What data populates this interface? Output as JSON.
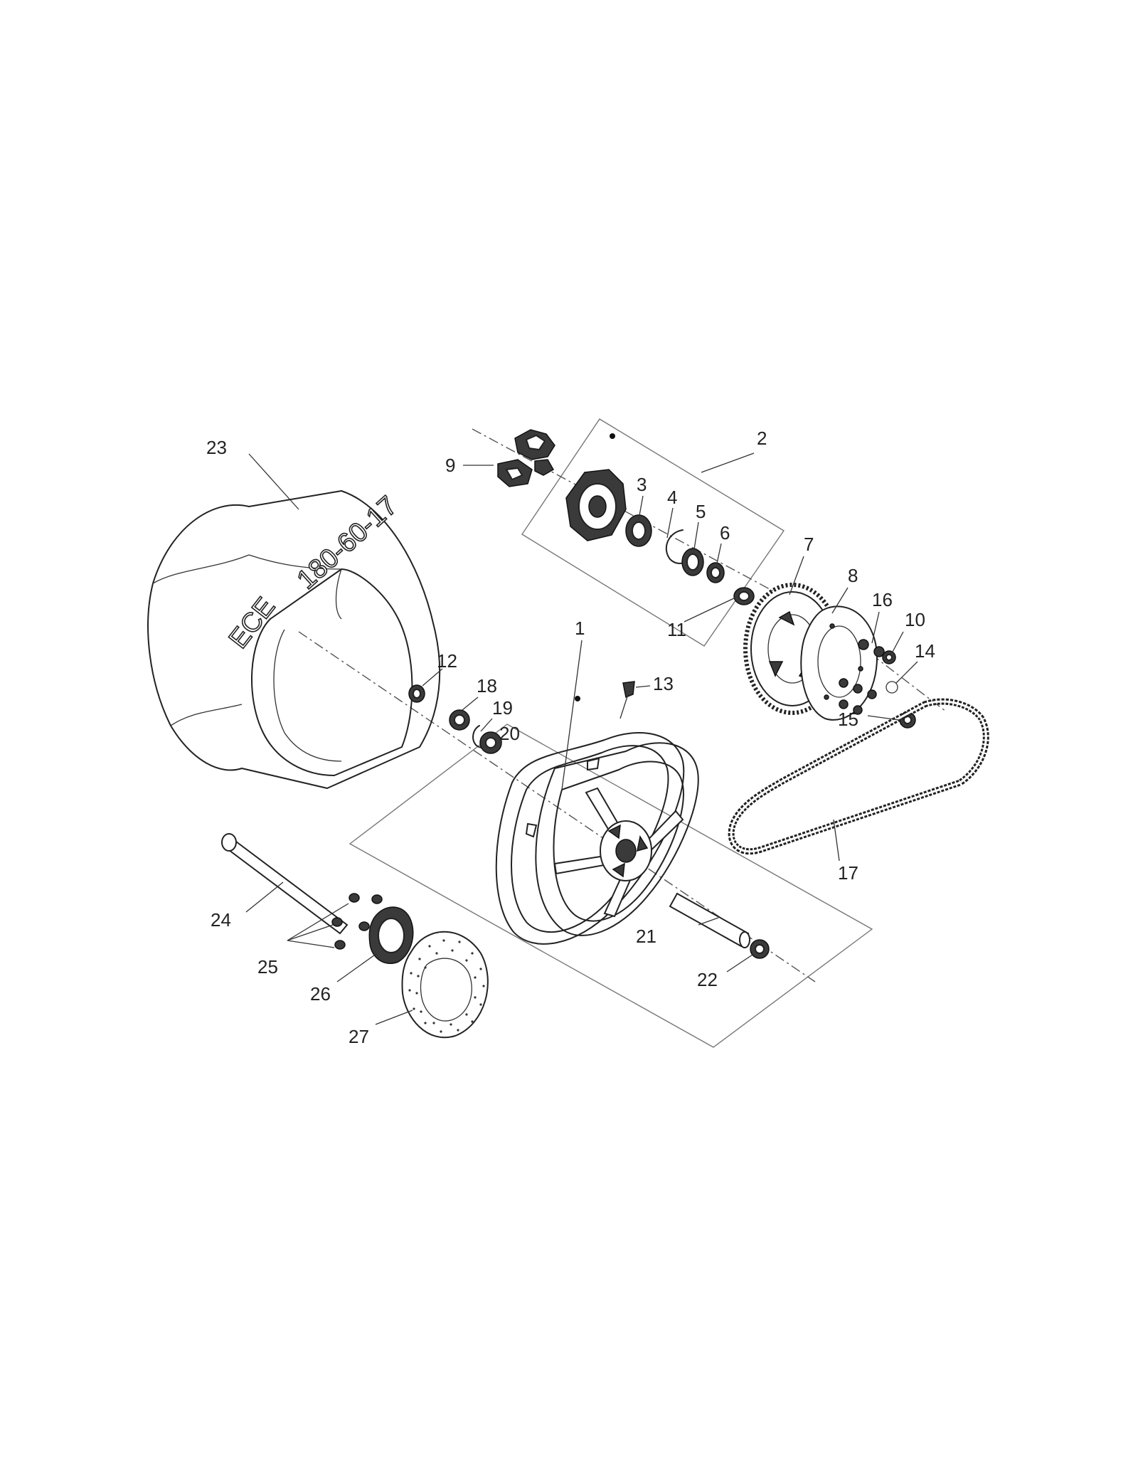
{
  "tire_marking": {
    "brand": "ECE",
    "size": "180-60-17"
  },
  "callouts": [
    {
      "id": "c1",
      "text": "1"
    },
    {
      "id": "c2",
      "text": "2"
    },
    {
      "id": "c3",
      "text": "3"
    },
    {
      "id": "c4",
      "text": "4"
    },
    {
      "id": "c5",
      "text": "5"
    },
    {
      "id": "c6",
      "text": "6"
    },
    {
      "id": "c7",
      "text": "7"
    },
    {
      "id": "c8",
      "text": "8"
    },
    {
      "id": "c9",
      "text": "9"
    },
    {
      "id": "c10",
      "text": "10"
    },
    {
      "id": "c11",
      "text": "11"
    },
    {
      "id": "c12",
      "text": "12"
    },
    {
      "id": "c13",
      "text": "13"
    },
    {
      "id": "c14",
      "text": "14"
    },
    {
      "id": "c15",
      "text": "15"
    },
    {
      "id": "c16",
      "text": "16"
    },
    {
      "id": "c17",
      "text": "17"
    },
    {
      "id": "c18",
      "text": "18"
    },
    {
      "id": "c19",
      "text": "19"
    },
    {
      "id": "c20",
      "text": "20"
    },
    {
      "id": "c21",
      "text": "21"
    },
    {
      "id": "c22",
      "text": "22"
    },
    {
      "id": "c23",
      "text": "23"
    },
    {
      "id": "c24",
      "text": "24"
    },
    {
      "id": "c25",
      "text": "25"
    },
    {
      "id": "c26",
      "text": "26"
    },
    {
      "id": "c27",
      "text": "27"
    }
  ]
}
